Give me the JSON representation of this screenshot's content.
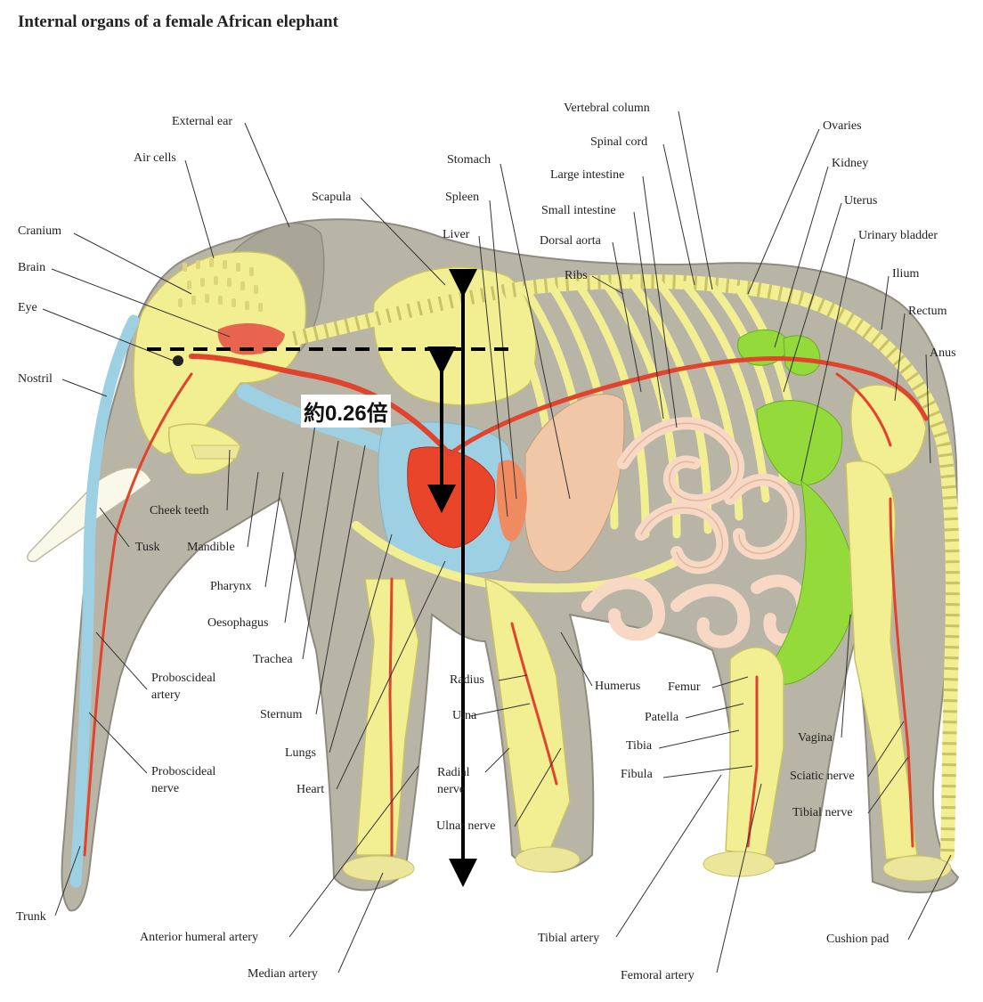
{
  "title": "Internal organs of a female African elephant",
  "annotation": {
    "ratio_text": "約0.26倍"
  },
  "labels": {
    "external_ear": "External ear",
    "air_cells": "Air cells",
    "cranium": "Cranium",
    "brain": "Brain",
    "eye": "Eye",
    "nostril": "Nostril",
    "scapula": "Scapula",
    "cheek_teeth": "Cheek teeth",
    "tusk": "Tusk",
    "mandible": "Mandible",
    "pharynx": "Pharynx",
    "oesophagus": "Oesophagus",
    "trachea": "Trachea",
    "sternum": "Sternum",
    "lungs": "Lungs",
    "heart": "Heart",
    "proboscideal_artery_1": "Proboscideal",
    "proboscideal_artery_2": "artery",
    "proboscideal_nerve_1": "Proboscideal",
    "proboscideal_nerve_2": "nerve",
    "trunk": "Trunk",
    "anterior_humeral_artery": "Anterior humeral artery",
    "median_artery": "Median artery",
    "stomach": "Stomach",
    "spleen": "Spleen",
    "liver": "Liver",
    "vertebral_column": "Vertebral column",
    "spinal_cord": "Spinal cord",
    "large_intestine": "Large intestine",
    "small_intestine": "Small intestine",
    "dorsal_aorta": "Dorsal aorta",
    "ribs": "Ribs",
    "ovaries": "Ovaries",
    "kidney": "Kidney",
    "uterus": "Uterus",
    "urinary_bladder": "Urinary bladder",
    "ilium": "Ilium",
    "rectum": "Rectum",
    "anus": "Anus",
    "radius": "Radius",
    "ulna": "Ulna",
    "radial_nerve_1": "Radial",
    "radial_nerve_2": "nerve",
    "ulnar_nerve": "Ulnar nerve",
    "humerus": "Humerus",
    "femur": "Femur",
    "patella": "Patella",
    "tibia": "Tibia",
    "fibula": "Fibula",
    "vagina": "Vagina",
    "sciatic_nerve": "Sciatic nerve",
    "tibial_nerve": "Tibial nerve",
    "tibial_artery": "Tibial artery",
    "femoral_artery": "Femoral artery",
    "cushion_pad": "Cushion pad"
  },
  "colors": {
    "body": "#b8b4a6",
    "bone": "#f2ee92",
    "artery": "#e0442c",
    "nerve": "#9ed0e4",
    "organ_green": "#93da3a",
    "intestine": "#f7d8c4",
    "heart": "#e8452a",
    "leader_line": "#333333"
  }
}
